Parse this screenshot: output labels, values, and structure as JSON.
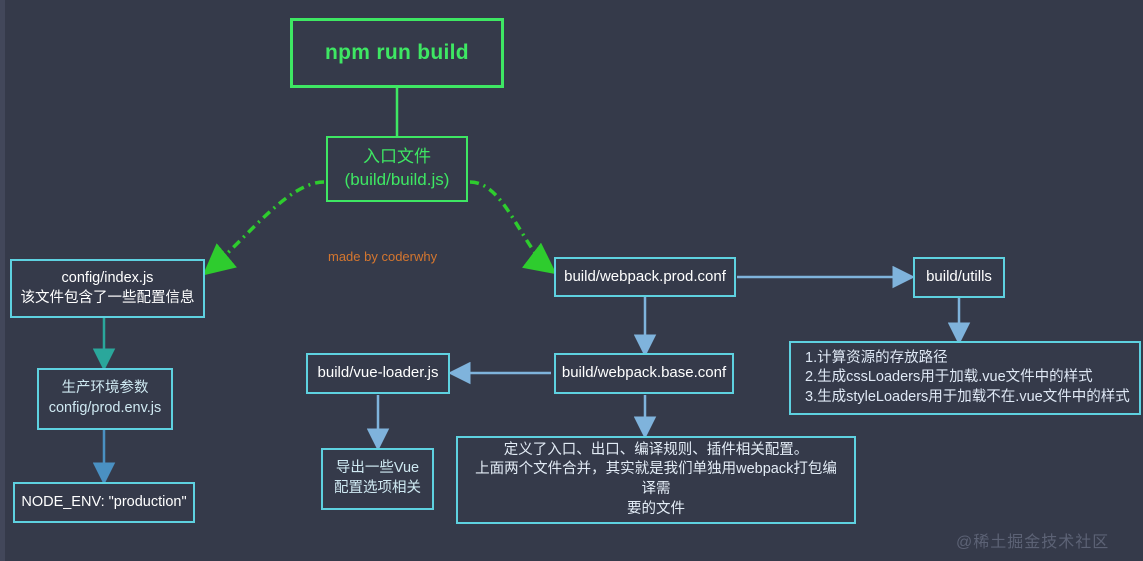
{
  "canvas": {
    "background": "#353a4a",
    "accent_green": "#3ee763",
    "accent_cyan": "#5ed1e0",
    "accent_blue": "#7fb3dc",
    "accent_teal": "#2aa79b",
    "watermark_orange": "#d4762f"
  },
  "nodes": {
    "npm_build": {
      "label": "npm run build"
    },
    "entry_file": {
      "label": "入口文件\n(build/build.js)"
    },
    "config_index": {
      "label": "config/index.js\n该文件包含了一些配置信息"
    },
    "prod_env": {
      "label": "生产环境参数\nconfig/prod.env.js"
    },
    "node_env": {
      "label": "NODE_ENV: \"production\""
    },
    "webpack_prod": {
      "label": "build/webpack.prod.conf"
    },
    "build_utils": {
      "label": "build/utills"
    },
    "utils_list": {
      "label": "1.计算资源的存放路径\n2.生成cssLoaders用于加载.vue文件中的样式\n3.生成styleLoaders用于加载不在.vue文件中的样式"
    },
    "vue_loader": {
      "label": "build/vue-loader.js"
    },
    "webpack_base": {
      "label": "build/webpack.base.conf"
    },
    "vue_loader_desc": {
      "label": "导出一些Vue\n配置选项相关"
    },
    "base_desc": {
      "label": "定义了入口、出口、编译规则、插件相关配置。\n上面两个文件合并，其实就是我们单独用webpack打包编译需\n要的文件"
    }
  },
  "watermarks": {
    "made_by": "made by coderwhy",
    "bottom_right": "@稀土掘金技术社区"
  },
  "edges": [
    {
      "name": "npm-to-entry",
      "style": "solid",
      "color": "#3ee763",
      "from": "npm_build",
      "to": "entry_file"
    },
    {
      "name": "entry-to-config-index",
      "style": "dash-dot",
      "color": "#2ecc2e",
      "from": "entry_file",
      "to": "config_index"
    },
    {
      "name": "entry-to-webpack-prod",
      "style": "dash-dot",
      "color": "#2ecc2e",
      "from": "entry_file",
      "to": "webpack_prod"
    },
    {
      "name": "config-index-to-prod-env",
      "style": "solid",
      "color": "#2aa79b",
      "from": "config_index",
      "to": "prod_env"
    },
    {
      "name": "prod-env-to-node-env",
      "style": "solid",
      "color": "#4a90c2",
      "from": "prod_env",
      "to": "node_env"
    },
    {
      "name": "webpack-prod-to-utils",
      "style": "solid",
      "color": "#7fb3dc",
      "from": "webpack_prod",
      "to": "build_utils"
    },
    {
      "name": "webpack-prod-to-base",
      "style": "solid",
      "color": "#7fb3dc",
      "from": "webpack_prod",
      "to": "webpack_base"
    },
    {
      "name": "utils-to-list",
      "style": "solid",
      "color": "#7fb3dc",
      "from": "build_utils",
      "to": "utils_list"
    },
    {
      "name": "base-to-vue-loader",
      "style": "solid",
      "color": "#7fb3dc",
      "from": "webpack_base",
      "to": "vue_loader"
    },
    {
      "name": "vue-loader-to-desc",
      "style": "solid",
      "color": "#7fb3dc",
      "from": "vue_loader",
      "to": "vue_loader_desc"
    },
    {
      "name": "base-to-desc",
      "style": "solid",
      "color": "#7fb3dc",
      "from": "webpack_base",
      "to": "base_desc"
    }
  ]
}
